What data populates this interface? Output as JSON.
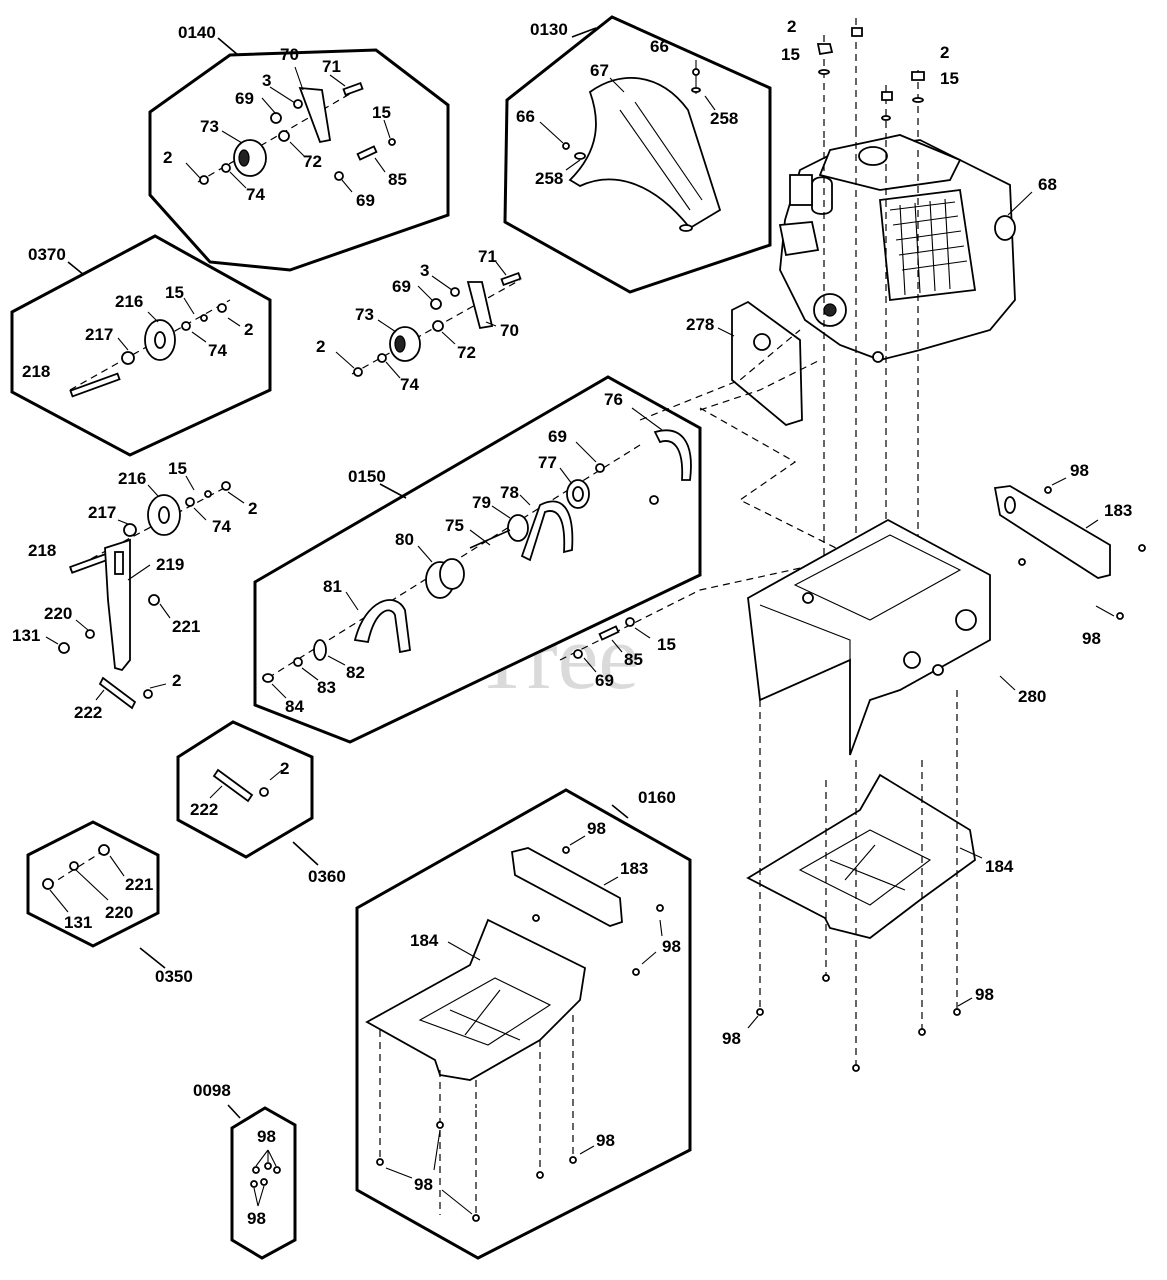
{
  "watermark": "PartsTree",
  "kits": {
    "k0140": "0140",
    "k0130": "0130",
    "k0370": "0370",
    "k0150": "0150",
    "k0360": "0360",
    "k0350": "0350",
    "k0160": "0160",
    "k0098": "0098"
  },
  "labels": {
    "a70": "70",
    "a71": "71",
    "a3": "3",
    "a69a": "69",
    "a73": "73",
    "a15": "15",
    "a2": "2",
    "a72": "72",
    "a85": "85",
    "a74": "74",
    "a69b": "69",
    "b66a": "66",
    "b67": "67",
    "b258a": "258",
    "b66b": "66",
    "b258b": "258",
    "e2a": "2",
    "e15a": "15",
    "e2b": "2",
    "e15b": "15",
    "e68": "68",
    "c216": "216",
    "c15": "15",
    "c217": "217",
    "c2": "2",
    "c74": "74",
    "c218": "218",
    "d71": "71",
    "d69": "69",
    "d3": "3",
    "d73": "73",
    "d70": "70",
    "d2": "2",
    "d72": "72",
    "d74": "74",
    "f278": "278",
    "g76": "76",
    "g69": "69",
    "g77": "77",
    "g78": "78",
    "g79": "79",
    "g75": "75",
    "g80": "80",
    "g81": "81",
    "g15": "15",
    "g85": "85",
    "g82": "82",
    "g83": "83",
    "g69b": "69",
    "g84": "84",
    "h216": "216",
    "h15": "15",
    "h2": "2",
    "h217": "217",
    "h74": "74",
    "h218": "218",
    "h219": "219",
    "h220": "220",
    "h221": "221",
    "h131": "131",
    "h2b": "2",
    "h222": "222",
    "i98a": "98",
    "i183": "183",
    "i98b": "98",
    "i280": "280",
    "j222": "222",
    "j2": "2",
    "k221": "221",
    "k131": "131",
    "k220": "220",
    "l98a": "98",
    "l183": "183",
    "l184": "184",
    "l98b": "98",
    "l98c": "98",
    "l98d": "98",
    "m184": "184",
    "m98a": "98",
    "m98b": "98",
    "n98a": "98",
    "n98b": "98"
  }
}
